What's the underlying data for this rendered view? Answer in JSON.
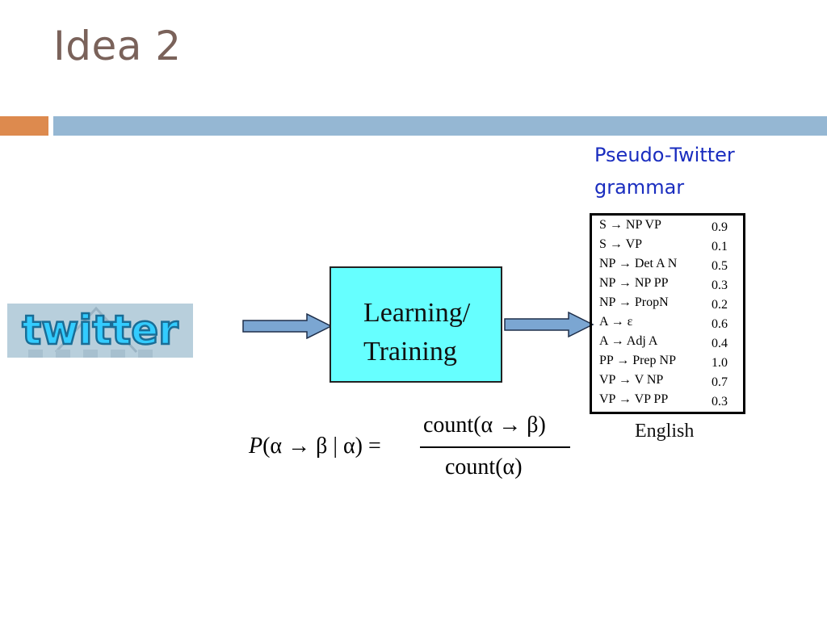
{
  "slide": {
    "title": "Idea 2",
    "subtitle_line1": "Pseudo-Twitter",
    "subtitle_line2": "grammar"
  },
  "logo": {
    "text": "twitter",
    "icon": "twitter-logo"
  },
  "training_box": {
    "line1": "Learning/",
    "line2": "Training"
  },
  "grammar": {
    "rules": [
      {
        "rule": "S → NP VP",
        "prob": "0.9"
      },
      {
        "rule": "S → VP",
        "prob": "0.1"
      },
      {
        "rule": "NP → Det A N",
        "prob": "0.5"
      },
      {
        "rule": "NP → NP PP",
        "prob": "0.3"
      },
      {
        "rule": "NP → PropN",
        "prob": "0.2"
      },
      {
        "rule": "A → ε",
        "prob": "0.6"
      },
      {
        "rule": "A → Adj A",
        "prob": "0.4"
      },
      {
        "rule": "PP → Prep NP",
        "prob": "1.0"
      },
      {
        "rule": "VP → V NP",
        "prob": "0.7"
      },
      {
        "rule": "VP → VP PP",
        "prob": "0.3"
      }
    ],
    "caption": "English"
  },
  "formula": {
    "lhs_P": "P",
    "lhs_rest": "(α → β | α) =",
    "numerator": "count(α → β)",
    "denominator": "count(α)"
  },
  "colors": {
    "title": "#7a625a",
    "accent_orange": "#dd8a4e",
    "accent_blue": "#95b7d3",
    "subtitle": "#1a2dbf",
    "training_box": "#66ffff",
    "arrow": "#7ba6d2"
  }
}
